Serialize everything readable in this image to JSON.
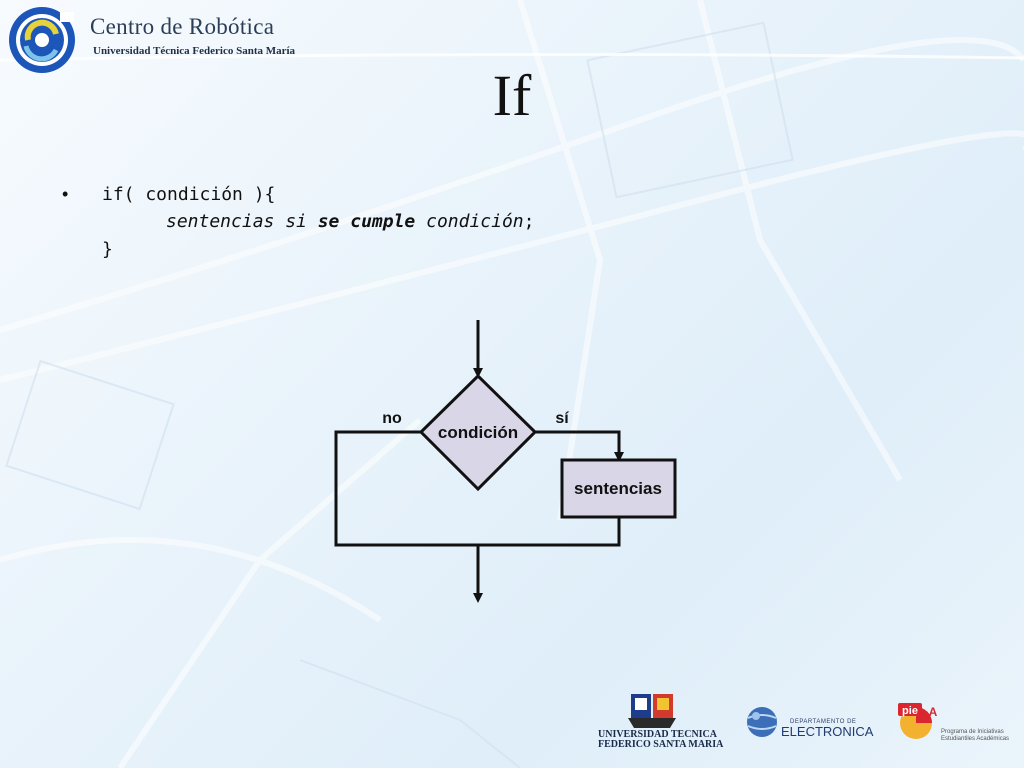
{
  "header": {
    "org_name": "Centro de Robótica",
    "org_subtitle": "Universidad Técnica Federico Santa María"
  },
  "slide": {
    "title": "If",
    "code": {
      "line1": "if( condición ){",
      "line2_part1": "sentencias si ",
      "line2_bold": "se cumple",
      "line2_part2": " condición",
      "line2_end": ";",
      "line3": "}"
    }
  },
  "flowchart": {
    "decision_label": "condición",
    "no_label": "no",
    "yes_label": "sí",
    "process_label": "sentencias",
    "fill_color": "#d9d6e8",
    "stroke_color": "#111111"
  },
  "footer": {
    "usm_line1": "UNIVERSIDAD TECNICA",
    "usm_line2": "FEDERICO SANTA MARIA",
    "dept_small": "DEPARTAMENTO DE",
    "dept_large": "ELECTRONICA",
    "pie_line1": "Programa de Iniciativas",
    "pie_line2": "Estudiantiles Académicas",
    "pie_logo_text": "pie",
    "pie_logo_suffix": "A"
  }
}
